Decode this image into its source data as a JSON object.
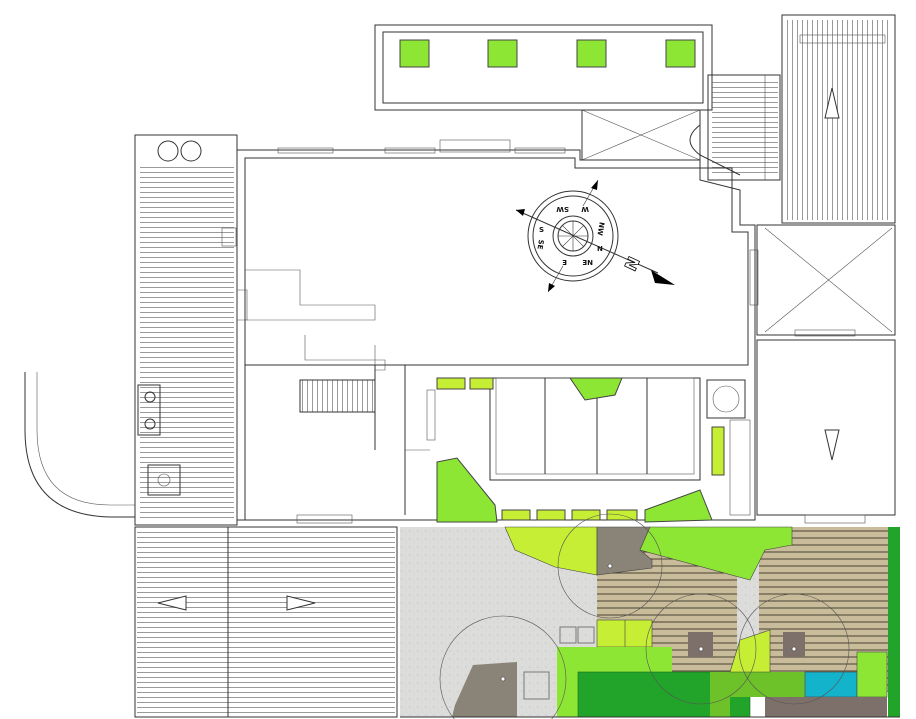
{
  "plan": {
    "compass": {
      "labels": [
        "SW",
        "W",
        "NW",
        "N",
        "NE",
        "E",
        "SE",
        "S"
      ],
      "north_letter": "N"
    },
    "colors": {
      "lime": "#8ee634",
      "yellow_green": "#c6ee34",
      "dark_green": "#22a32a",
      "mid_green": "#6dc22a",
      "deck": "#c8bc9a",
      "paving": "#dcdcda",
      "stone": "#8a8378",
      "pool": "#13b3cc",
      "brown": "#7d6f69"
    }
  }
}
